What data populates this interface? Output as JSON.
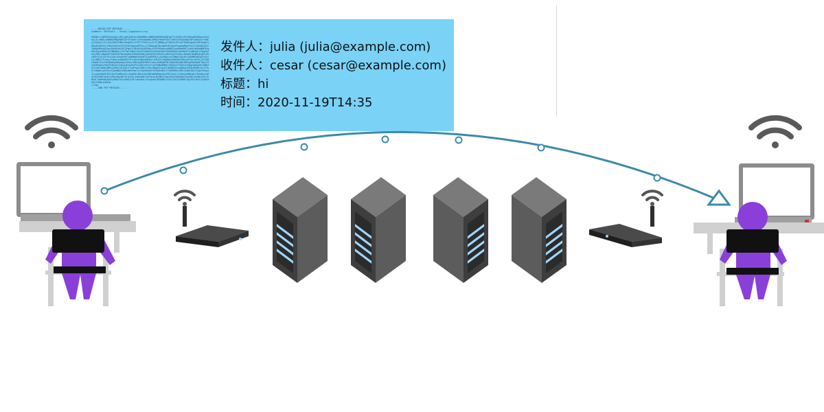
{
  "message": {
    "pgp_begin": "-----BEGIN PGP MESSAGE-----",
    "pgp_comment": "Comment: GPGTools - https://gpgtools.org",
    "pgp_body": "hQEMA+JjNFHDl8sAQgf+OKjzgHjXhhSsLUBadBWz+8NHA3dKEKRsAQ8tgFTj3C0HcvFeYUHxp05ZHmsqrRcGhvL2Lrm6KLvHDBN4PBQD9W7SSF1PJ9dVr/UPudmeNH+5RP8jFReKF5EGTlNfOlBfbQ3D6ZIBf1b0SoSrfSBCy4Ta5bL5/2t/A5vZMVYtMDrFKegKSYcf79T7f9V5tzLZ/37jBHNajcFZKh5j3FtsE7PeBIdgxRvVZE4XqmCvO6wZbxD5vEzfZ8wtSmTm1X1Fdf8r0oQxoMT9cLy/C8dqnqdjHx4m65sRCpgnPvgdnpMUvIhuC1lE0vW2J6Z/Jk0Qp9KhmX2Aw+RA4QtHz2dT1Em0jJYBkV5dYwDfBpLz3fPz9GeKcAsMdK2yqcNtWHH7Tcq4LXm9OaNRP8iqGDs4JpwX0kBz3YUWb0qLi7vFTmPj4DqYiGnH7hUwRzK3jQ5Cb2RmYtEDk8hNzSxBcNbJF3+aWcQeLZ1DgXqTn3s7Mkri8pDQ5fYmHVzR7Ub1Ae8vLKt6OnMfW4jUbPwIGcXZ9sPxtyBnRlgTFkdAc+H3qm2J8oW0zEyNfLhKrBZU7CwYjIPr5iCSm/aVaXePgT1oMHNb6fQ0uRTI4wD9FHjLLXk2MgszcGtNBe1VAy8TxuPbMKVdK3AZrGh/Iu=XWBj27Lm5yzT0ao+pVbHqC8TfFs4GkYeNwQ3dRUxr1I6fOZiJ0gMaSn9KDkBL5WxcAtPoryHlEu7cG2ZQV3mX8fJ1eTvKUNd4pA6bw9qzL0Ikni5NsYgOReFBhtCumxjPaMyWVSDl2B0IkRs6WrD8FAp9UeQbmF7Kq+VYcUd3H4aGvTNoZ53Rx2iCt8LqJm1wZEyP4lsBjOfEynrtuhf6Bw8RMdcl0Q2Az7TAUVcIdXQp3gmGaVkrHWbf5LeYoRj9N4s0Mhn1bHFiTKJk3c7fcaPzqG/GWxF+9dvJ8AgXZv4yE2rBm06OtLpUaRwFyHVQ4dnMK1sIjTfu5lt8qWxjyOYhkzCGpeN0Zv2BDsmRcPmaT+LFga3HeQVrKJ9wUcN5x7iYbE6MdLzRBfXjWOl8AvTG4pSthquk1C+oyRx0bP2ID7nEzF3aM9+EVcjSw8G5LZNxfvKtDBYqHAR0Ug1a4jP6J7oU+TrQCmsd2NblWrI3SeOkyvXP4c9GlMtHFZp5cYV8hxRgiBEf2LoyVU/JwPaA0KCnkTQ+mrNJ3Wx7vsg1G4Sth6Re0bfXdzD8Ijk2OqlUZcYFMu5LTa9HhWyAQV1pRBo7xEcyPwK/n3Fis0a4mC+tGvgkeXJ8ZdKN2rL6IuTbCSYD5MP/Oqj9Vz1HfslAZWt3EQs7xRNuiUm4Ge",
    "pgp_tail": "=/Yqw",
    "pgp_end": "-----END PGP MESSAGE-----",
    "from_label": "发件人：",
    "from_value": "julia (julia@example.com)",
    "to_label": "收件人：",
    "to_value": "cesar (cesar@example.com)",
    "subject_label": "标题：",
    "subject_value": "hi",
    "time_label": "时间：",
    "time_value": "2020-11-19T14:35"
  },
  "colors": {
    "message_box": "#7ad2f7",
    "path_line": "#3a8aa8",
    "person": "#8a3fd8",
    "laptop": "#8c8c8c",
    "server": "#555555",
    "server_light": "#9fd6ff",
    "router": "#2f2f2f"
  },
  "icons": [
    "wifi-icon",
    "laptop-icon",
    "person-icon",
    "router-icon",
    "server-icon"
  ]
}
